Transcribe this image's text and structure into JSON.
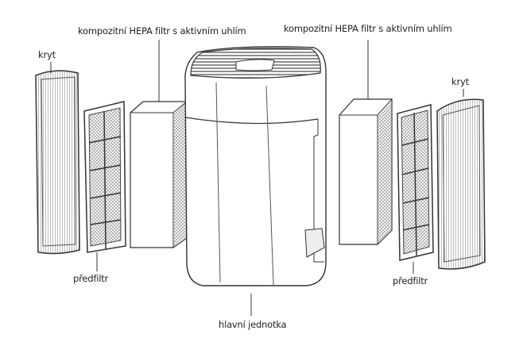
{
  "labels": {
    "hepa_left": "kompozitní HEPA filtr s aktivním uhlím",
    "hepa_right": "kompozitní HEPA filtr s aktivním uhlím",
    "cover_left": "kryt",
    "cover_right": "kryt",
    "prefilter_left": "předfiltr",
    "prefilter_right": "předfiltr",
    "main_unit": "hlavní jednotka"
  },
  "colors": {
    "line": "#333333",
    "mesh": "#777777"
  }
}
